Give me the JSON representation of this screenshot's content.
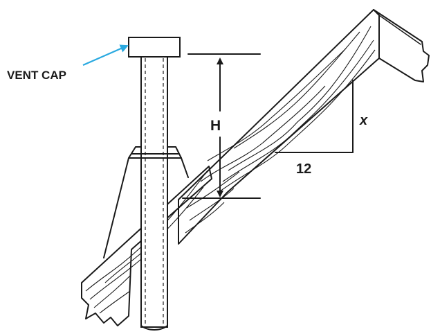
{
  "labels": {
    "vent_cap": "VENT CAP",
    "height": "H",
    "rise": "x",
    "run": "12"
  },
  "colors": {
    "leader_arrow": "#29a9e0",
    "ink": "#1a1a1a",
    "background": "#ffffff"
  }
}
